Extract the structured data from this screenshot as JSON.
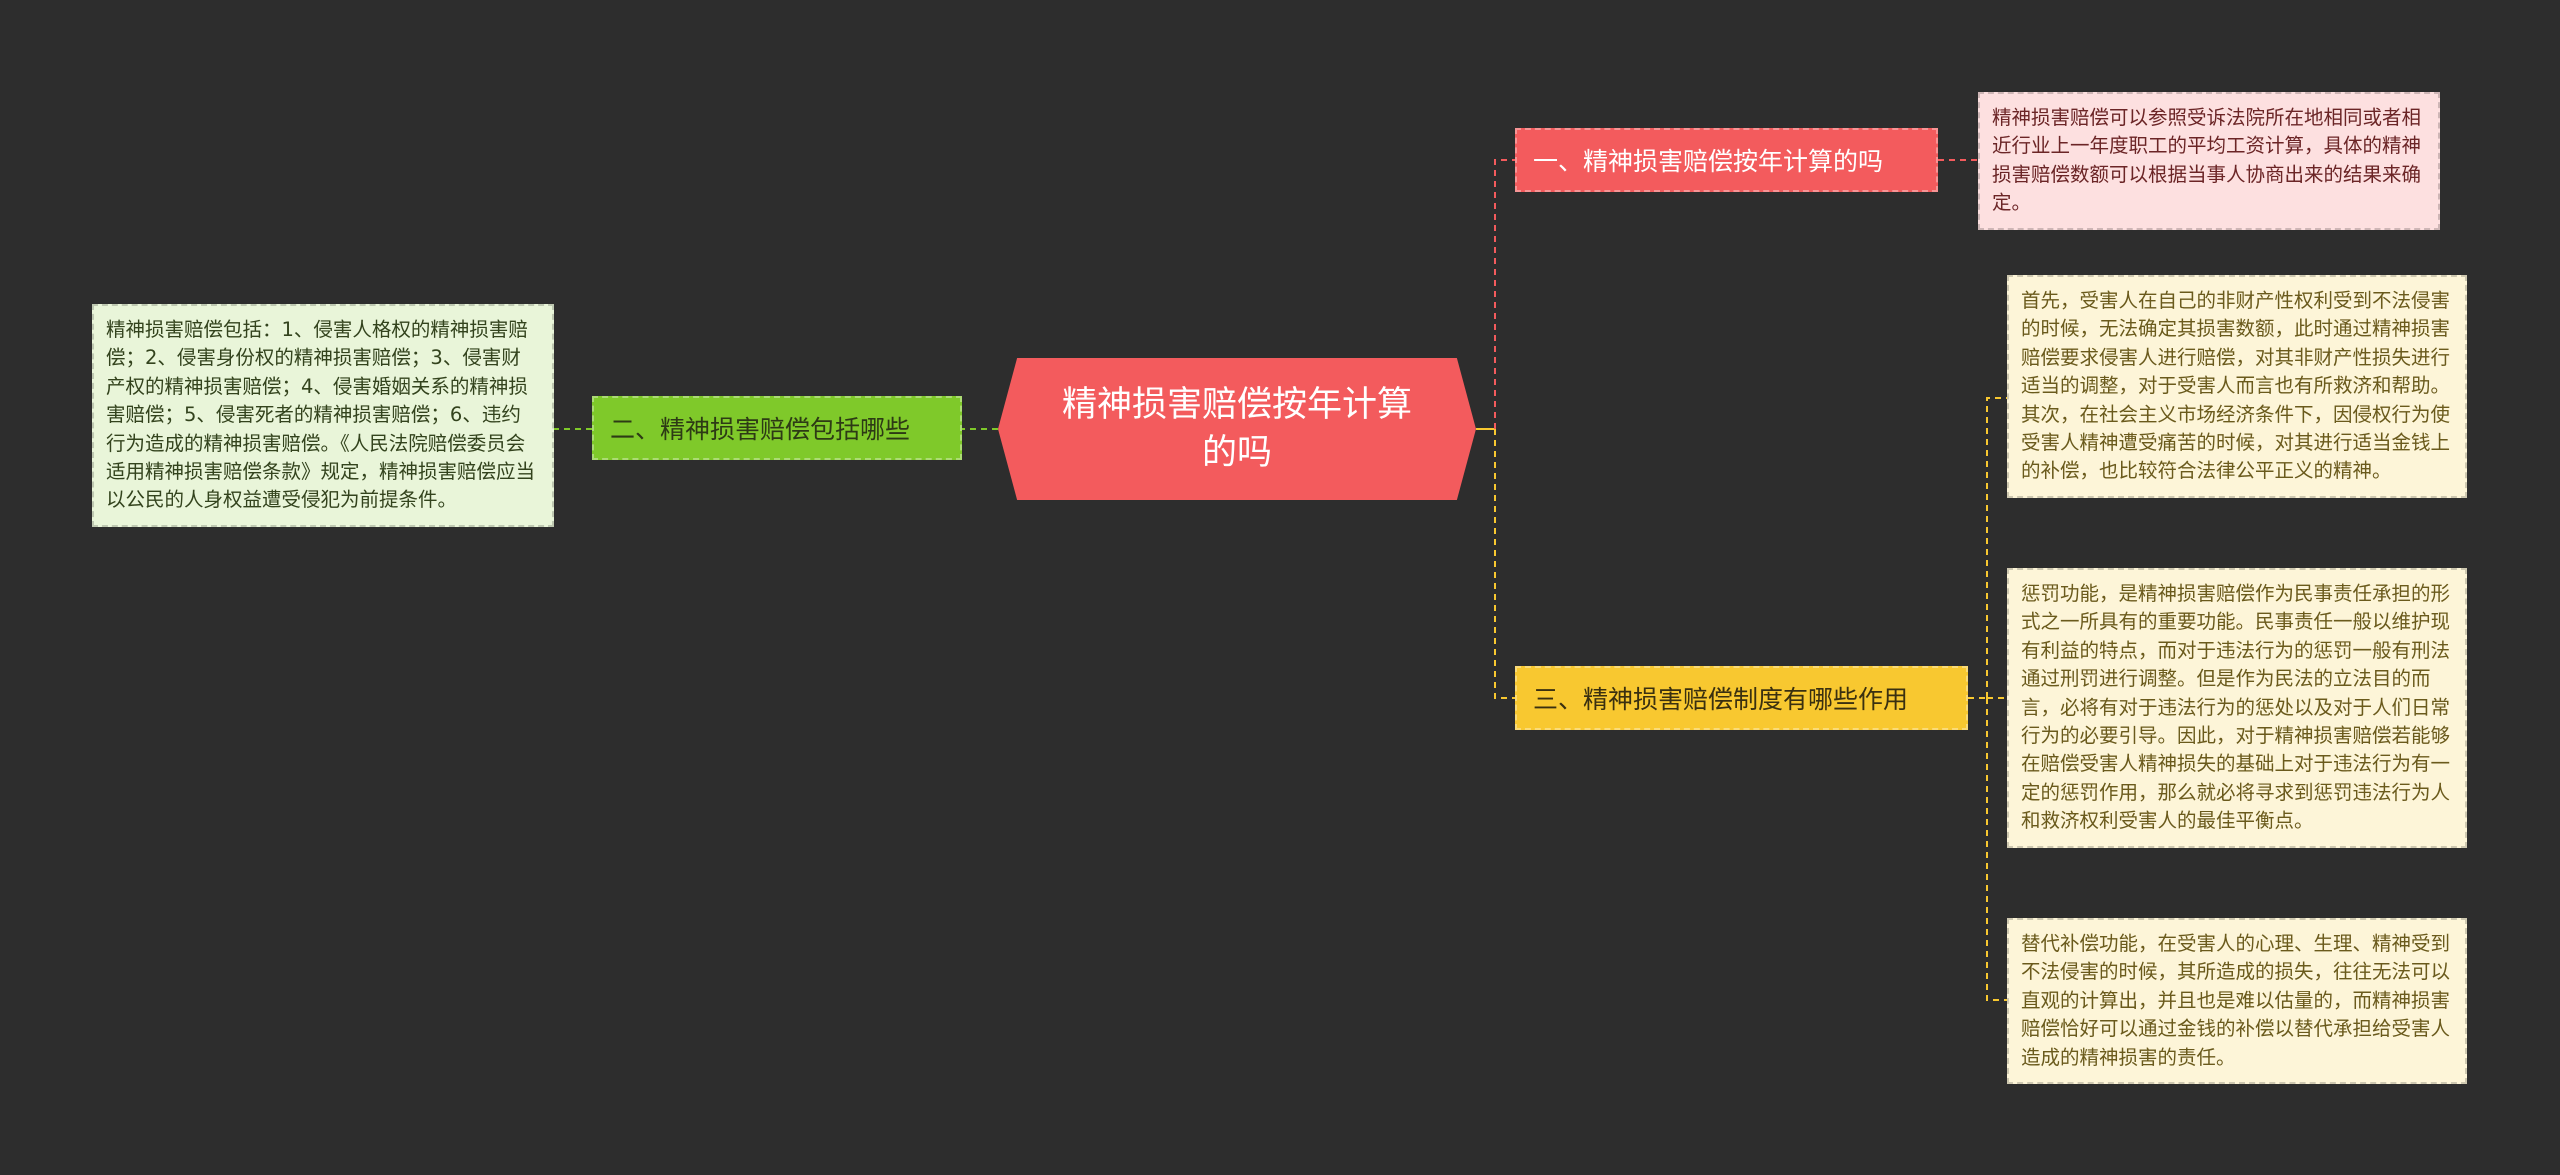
{
  "mindmap": {
    "central": {
      "text": "精神损害赔偿按年计算的吗",
      "color": "#f35b5d"
    },
    "branches": [
      {
        "label": "一、精神损害赔偿按年计算的吗",
        "color": "#f35b5d",
        "details": [
          "精神损害赔偿可以参照受诉法院所在地相同或者相近行业上一年度职工的平均工资计算，具体的精神损害赔偿数额可以根据当事人协商出来的结果来确定。"
        ]
      },
      {
        "label": "二、精神损害赔偿包括哪些",
        "color": "#7fc92a",
        "details": [
          "精神损害赔偿包括：1、侵害人格权的精神损害赔偿；2、侵害身份权的精神损害赔偿；3、侵害财产权的精神损害赔偿；4、侵害婚姻关系的精神损害赔偿；5、侵害死者的精神损害赔偿；6、违约行为造成的精神损害赔偿。《人民法院赔偿委员会适用精神损害赔偿条款》规定，精神损害赔偿应当以公民的人身权益遭受侵犯为前提条件。"
        ]
      },
      {
        "label": "三、精神损害赔偿制度有哪些作用",
        "color": "#f8c830",
        "details": [
          "首先，受害人在自己的非财产性权利受到不法侵害的时候，无法确定其损害数额，此时通过精神损害赔偿要求侵害人进行赔偿，对其非财产性损失进行适当的调整，对于受害人而言也有所救济和帮助。其次，在社会主义市场经济条件下，因侵权行为使受害人精神遭受痛苦的时候，对其进行适当金钱上的补偿，也比较符合法律公平正义的精神。",
          "惩罚功能，是精神损害赔偿作为民事责任承担的形式之一所具有的重要功能。民事责任一般以维护现有利益的特点，而对于违法行为的惩罚一般有刑法通过刑罚进行调整。但是作为民法的立法目的而言，必将有对于违法行为的惩处以及对于人们日常行为的必要引导。因此，对于精神损害赔偿若能够在赔偿受害人精神损失的基础上对于违法行为有一定的惩罚作用，那么就必将寻求到惩罚违法行为人和救济权利受害人的最佳平衡点。",
          "替代补偿功能，在受害人的心理、生理、精神受到不法侵害的时候，其所造成的损失，往往无法可以直观的计算出，并且也是难以估量的，而精神损害赔偿恰好可以通过金钱的补偿以替代承担给受害人造成的精神损害的责任。"
        ]
      }
    ]
  }
}
